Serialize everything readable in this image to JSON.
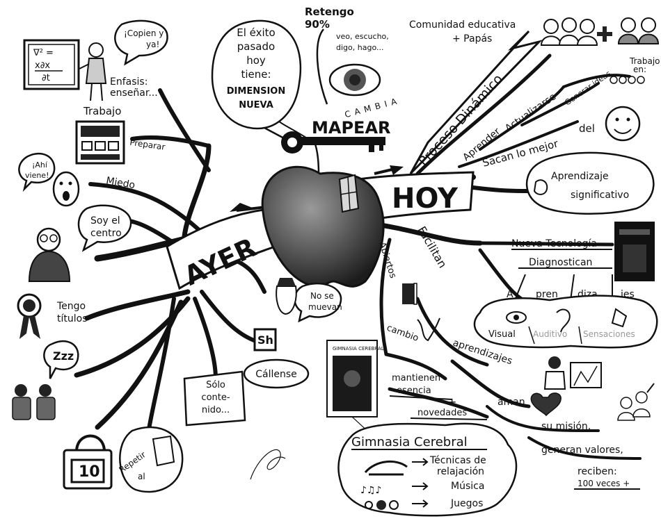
{
  "center": {
    "left_label": "AYER",
    "right_label": "HOY",
    "key_label": "MAPEAR"
  },
  "top": {
    "exito_bubble": [
      "El éxito",
      "pasado",
      "hoy",
      "tiene:"
    ],
    "dimension": [
      "DIMENSION",
      "NUEVA"
    ],
    "retengo": [
      "Retengo",
      "90%"
    ],
    "veo": [
      "veo, escucho,",
      "digo, hago..."
    ],
    "cambia": "CAMBIA"
  },
  "ayer": {
    "copien": [
      "¡Copien y",
      "ya!"
    ],
    "formula": [
      "∇² =",
      "x∂x",
      "∂t"
    ],
    "enfasis": [
      "Enfasis:",
      "enseñar..."
    ],
    "trabajo": "Trabajo",
    "preparar": "Preparar",
    "ahi_viene": [
      "¡Ahí",
      "viene!"
    ],
    "miedo": "Miedo",
    "soy_centro": [
      "Soy el",
      "centro"
    ],
    "tengo_titulos": [
      "Tengo",
      "títulos"
    ],
    "zzz": "Zzz",
    "solo_contenido": [
      "Sólo",
      "conte-",
      "nido..."
    ],
    "no_se_muevan": [
      "No se",
      "muevan"
    ],
    "callense": "Cállense",
    "sh": "Sh",
    "repetir": [
      "Repetir",
      "al"
    ],
    "ten": "10"
  },
  "hoy": {
    "comunidad": [
      "Comunidad educativa",
      "+ Papás"
    ],
    "proceso": "Proceso Dinámico",
    "aprender": "Aprender",
    "actualizarse": "Actualizarse",
    "generar_ideas": "Generar ideas",
    "trabajo_en": [
      "Trabajo",
      "en:"
    ],
    "sacan": "Sacan lo mejor",
    "del": "del",
    "aprendizaje": [
      "Aprendizaje",
      "significativo"
    ],
    "facilitan": "Facilitan",
    "abiertos": "Abiertos",
    "nueva_tecnologia": "Nueva Tecnología",
    "diagnostican": "Diagnostican",
    "aprendizajes_split": [
      "A",
      "pren",
      "diza",
      "jes"
    ],
    "cloud_items": [
      "Visual",
      "Auditivo",
      "Sensaciones"
    ],
    "cambio": "cambio",
    "aprendizajes": "aprendizajes",
    "mantienen": [
      "mantienen",
      "esencia"
    ],
    "novedades": "novedades",
    "aman": "aman",
    "su_mision": "su misión,",
    "generan_valores": "generan valores,",
    "reciben": [
      "reciben:",
      "100 veces +"
    ],
    "gimnasia_book": "GIMNASIA CEREBRAL"
  },
  "gimnasia": {
    "title": "Gimnasia Cerebral",
    "items": [
      "Técnicas de",
      "relajación",
      "Música",
      "Juegos"
    ]
  },
  "colors": {
    "ink": "#111111",
    "paper": "#ffffff",
    "apple_dark": "#2b2b2b",
    "apple_mid": "#6e6e6e"
  }
}
